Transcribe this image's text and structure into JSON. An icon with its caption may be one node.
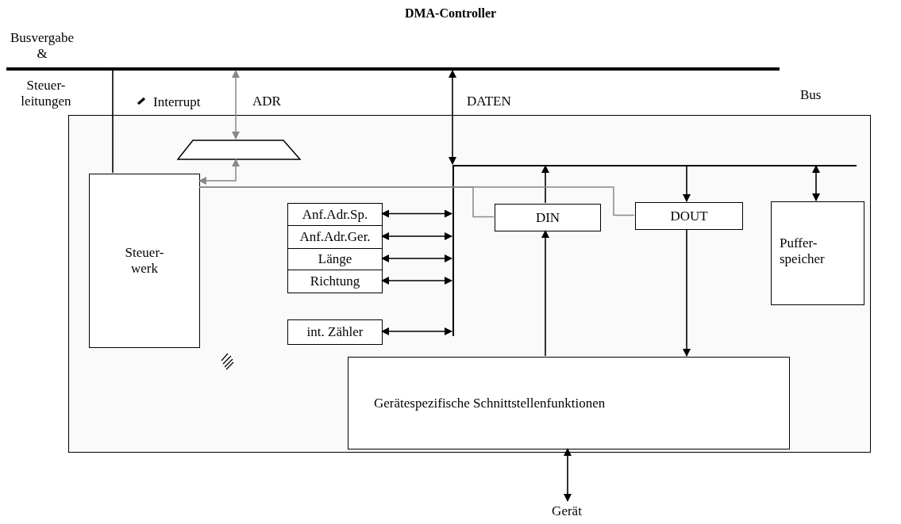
{
  "diagram": {
    "title": "DMA-Controller",
    "nodes": [
      {
        "text": [],
        "shape": "box"
      },
      {
        "text": [],
        "shape": "bar"
      },
      {
        "text": [],
        "shape": "trapezoid",
        "in": 0
      },
      {
        "text": [
          "Steuer- werk"
        ],
        "in": 0
      },
      {
        "text": [],
        "shape": "bar",
        "in": 0
      },
      {
        "text": [],
        "shape": "bar",
        "in": 0
      },
      {
        "text": [
          "Anf.Adr.Sp."
        ],
        "in": 0
      },
      {
        "text": [
          "Anf.Adr.Ger."
        ],
        "in": 0
      },
      {
        "text": [
          "Länge"
        ],
        "in": 0
      },
      {
        "text": [
          "Richtung"
        ],
        "in": 0
      },
      {
        "text": [
          "int. Zähler"
        ],
        "in": 0
      },
      {
        "text": [
          "DIN"
        ],
        "in": 0
      },
      {
        "text": [
          "DOUT"
        ],
        "in": 0
      },
      {
        "text": [
          "Puffer- speicher"
        ],
        "in": 0
      },
      {
        "text": [
          "Gerätespezifische Schnittstellenfunktionen"
        ],
        "in": 0
      },
      {
        "text": [
          "Gerät"
        ]
      }
    ],
    "edges": [
      {
        "from": 3,
        "to": 1,
        "arrow": "none"
      },
      {
        "from": 1,
        "to": 2,
        "arrow": "both",
        "label": "ADR",
        "color": "#888888"
      },
      {
        "from": 2,
        "to": 3,
        "arrow": "both",
        "color": "#888888"
      },
      {
        "from": 1,
        "to": 4,
        "arrow": "both",
        "label": "DATEN"
      },
      {
        "from": 6,
        "to": 4,
        "arrow": "both"
      },
      {
        "from": 7,
        "to": 4,
        "arrow": "both"
      },
      {
        "from": 8,
        "to": 4,
        "arrow": "both"
      },
      {
        "from": 9,
        "to": 4,
        "arrow": "both"
      },
      {
        "from": 10,
        "to": 4,
        "arrow": "both"
      },
      {
        "from": 11,
        "to": 5,
        "arrow": "to"
      },
      {
        "from": 5,
        "to": 12,
        "arrow": "to"
      },
      {
        "from": 5,
        "to": 13,
        "arrow": "both"
      },
      {
        "from": 3,
        "to": 11,
        "arrow": "none",
        "color": "#888888"
      },
      {
        "from": 3,
        "to": 12,
        "arrow": "none",
        "color": "#888888"
      },
      {
        "from": 14,
        "to": 11,
        "arrow": "to"
      },
      {
        "from": 12,
        "to": 14,
        "arrow": "to"
      },
      {
        "from": 14,
        "to": 15,
        "arrow": "both"
      }
    ],
    "labels": [
      "Busvergabe &",
      "Steuer- leitungen",
      "Interrupt",
      "Bus"
    ]
  }
}
